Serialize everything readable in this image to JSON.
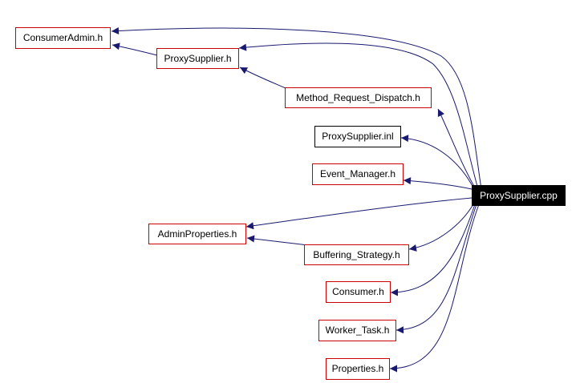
{
  "graph": {
    "root": "ProxySupplier.cpp",
    "nodes": [
      {
        "id": "ProxySupplier.cpp",
        "label": "ProxySupplier.cpp",
        "style": "root"
      },
      {
        "id": "ConsumerAdmin.h",
        "label": "ConsumerAdmin.h",
        "style": "red"
      },
      {
        "id": "ProxySupplier.h",
        "label": "ProxySupplier.h",
        "style": "red"
      },
      {
        "id": "Method_Request_Dispatch.h",
        "label": "Method_Request_Dispatch.h",
        "style": "red"
      },
      {
        "id": "ProxySupplier.inl",
        "label": "ProxySupplier.inl",
        "style": "black"
      },
      {
        "id": "Event_Manager.h",
        "label": "Event_Manager.h",
        "style": "red"
      },
      {
        "id": "AdminProperties.h",
        "label": "AdminProperties.h",
        "style": "red"
      },
      {
        "id": "Buffering_Strategy.h",
        "label": "Buffering_Strategy.h",
        "style": "red"
      },
      {
        "id": "Consumer.h",
        "label": "Consumer.h",
        "style": "red"
      },
      {
        "id": "Worker_Task.h",
        "label": "Worker_Task.h",
        "style": "red"
      },
      {
        "id": "Properties.h",
        "label": "Properties.h",
        "style": "red"
      }
    ],
    "edges": [
      {
        "from": "ProxySupplier.cpp",
        "to": "ConsumerAdmin.h"
      },
      {
        "from": "ProxySupplier.cpp",
        "to": "ProxySupplier.h"
      },
      {
        "from": "ProxySupplier.cpp",
        "to": "Method_Request_Dispatch.h"
      },
      {
        "from": "ProxySupplier.cpp",
        "to": "ProxySupplier.inl"
      },
      {
        "from": "ProxySupplier.cpp",
        "to": "Event_Manager.h"
      },
      {
        "from": "ProxySupplier.cpp",
        "to": "AdminProperties.h"
      },
      {
        "from": "ProxySupplier.cpp",
        "to": "Buffering_Strategy.h"
      },
      {
        "from": "ProxySupplier.cpp",
        "to": "Consumer.h"
      },
      {
        "from": "ProxySupplier.cpp",
        "to": "Worker_Task.h"
      },
      {
        "from": "ProxySupplier.cpp",
        "to": "Properties.h"
      },
      {
        "from": "ProxySupplier.h",
        "to": "ConsumerAdmin.h"
      },
      {
        "from": "Method_Request_Dispatch.h",
        "to": "ProxySupplier.h"
      },
      {
        "from": "Buffering_Strategy.h",
        "to": "AdminProperties.h"
      }
    ],
    "colors": {
      "edge": "#191970",
      "node_border": "#cc0000",
      "plain_border": "#000000",
      "root_fill": "#000000",
      "root_text": "#ffffff"
    }
  }
}
